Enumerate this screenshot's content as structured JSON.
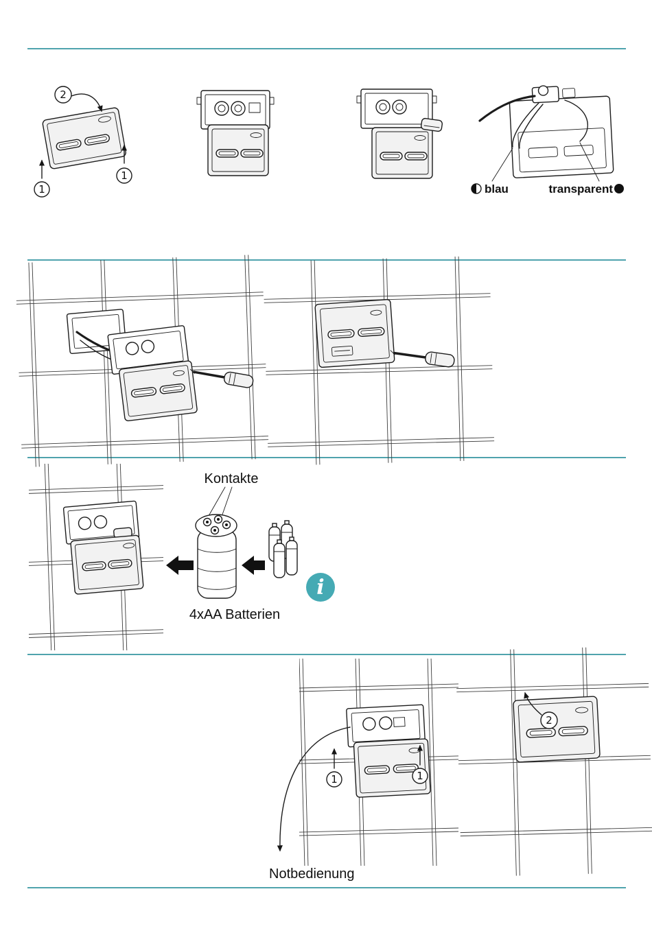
{
  "colors": {
    "divider": "#4fa3ad",
    "info_badge": "#45aab4",
    "line": "#1c1c1c"
  },
  "row1": {
    "step2_label": "2",
    "step1_left_label": "1",
    "step1_right_label": "1",
    "wire_left_label": "blau",
    "wire_right_label": "transparent"
  },
  "row3": {
    "contacts_label": "Kontakte",
    "batteries_label": "4xAA Batterien",
    "info_symbol": "i"
  },
  "row4": {
    "step1_left_label": "1",
    "step1_right_label": "1",
    "step2_label": "2",
    "emergency_label": "Notbedienung"
  }
}
